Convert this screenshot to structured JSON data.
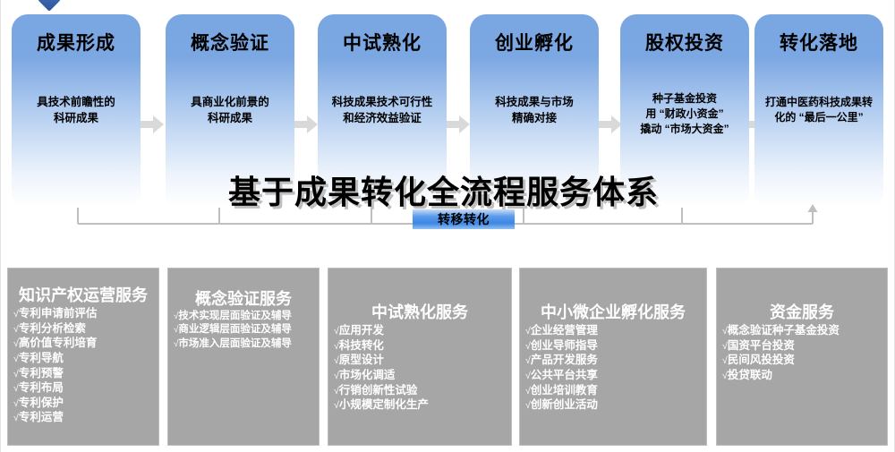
{
  "headline": "基于成果转化全流程服务体系",
  "bracket_badge": "转移转化",
  "colors": {
    "stage_blue_top": "#7aa6e2",
    "stage_blue_bottom": "#ffffff",
    "service_gray": "#a6a6a6",
    "arrow_gray": "#d9d9d9",
    "badge_blue": "#3d86e4",
    "headline_shadow": "#bfbfbf"
  },
  "stages": [
    {
      "title": "成果形成",
      "desc": "具技术前瞻性的\n科研成果"
    },
    {
      "title": "概念验证",
      "desc": "具商业化前景的\n科研成果"
    },
    {
      "title": "中试熟化",
      "desc": "科技成果技术可行性\n和经济效益验证"
    },
    {
      "title": "创业孵化",
      "desc": "科技成果与市场\n精确对接"
    },
    {
      "title": "股权投资",
      "desc": "种子基金投资\n用 “财政小资金”\n撬动 “市场大资金”"
    },
    {
      "title": "转化落地",
      "desc": "打通中医药科技成果转\n化的 “最后一公里”"
    }
  ],
  "services": [
    {
      "title": "知识产权运营服务",
      "items": [
        "专利申请前评估",
        "专利分析检索",
        "高价值专利培育",
        "专利导航",
        "专利预警",
        "专利布局",
        "专利保护",
        "专利运营"
      ]
    },
    {
      "title": "概念验证服务",
      "items": [
        "技术实现层面验证及辅导",
        "商业逻辑层面验证及辅导",
        "市场准入层面验证及辅导"
      ]
    },
    {
      "title": "中试熟化服务",
      "items": [
        "应用开发",
        "科技转化",
        "原型设计",
        "市场化调适",
        "行销创新性试验",
        "小规模定制化生产"
      ]
    },
    {
      "title": "中小微企业孵化服务",
      "items": [
        "企业经营管理",
        "创业导师指导",
        "产品开发服务",
        "公共平台共享",
        "创业培训教育",
        "创新创业活动"
      ]
    },
    {
      "title": "资金服务",
      "items": [
        "概念验证种子基金投资",
        "国资平台投资",
        "民间风投投资",
        "投贷联动"
      ]
    }
  ],
  "check_mark": "√"
}
